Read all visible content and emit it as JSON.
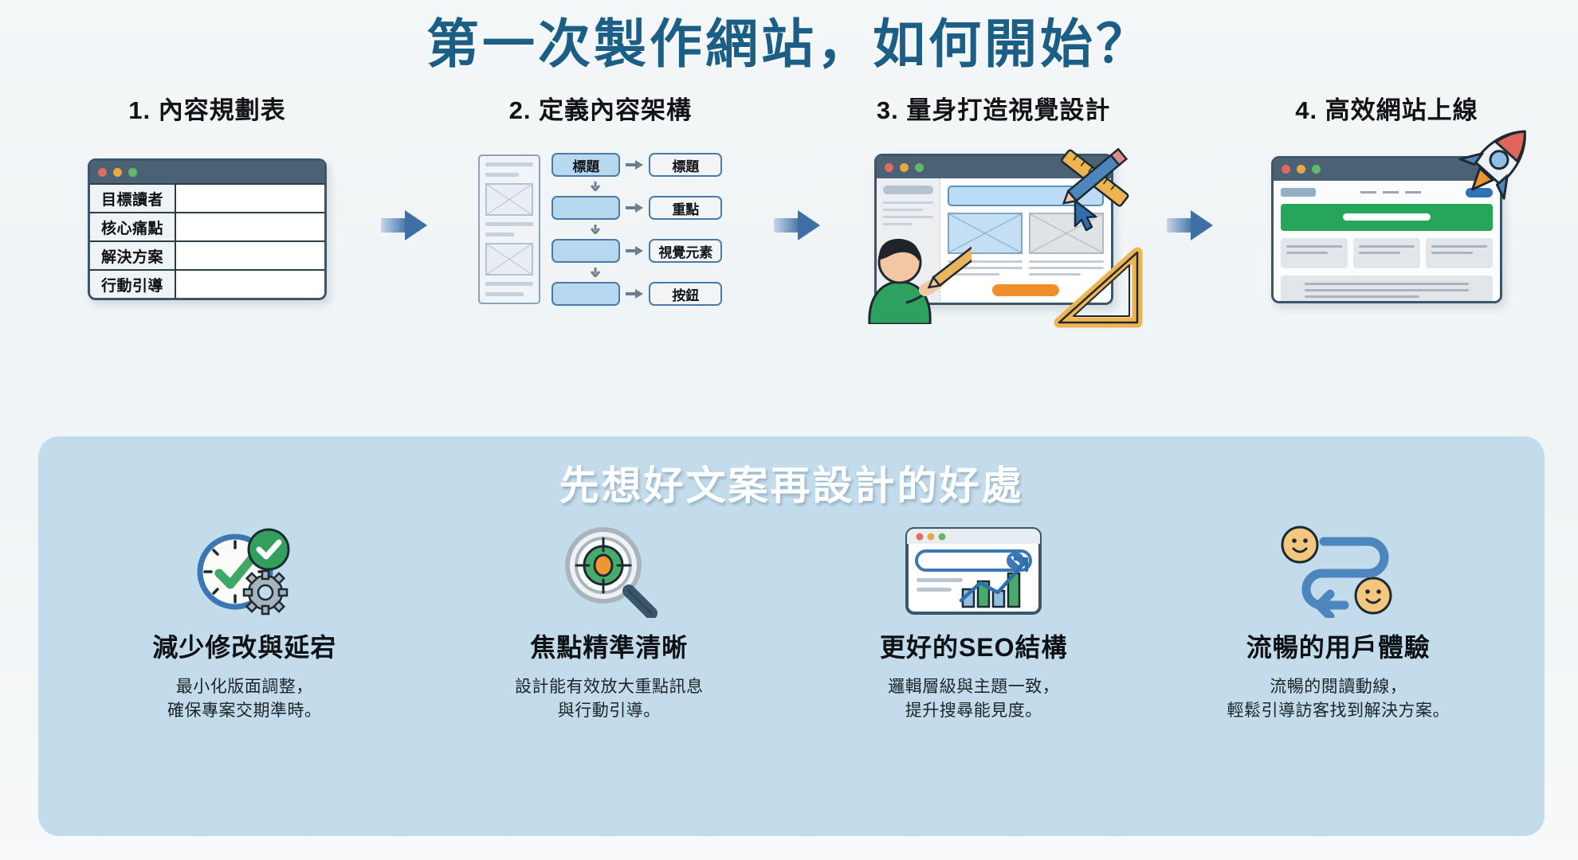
{
  "title": "第一次製作網站，如何開始？",
  "colors": {
    "title_blue": "#1b5e86",
    "panel_blue": "#c3dcec",
    "accent_orange": "#ef8f2a",
    "accent_green": "#26a65b",
    "arrow_blue": "#3f6fa5"
  },
  "steps": [
    {
      "heading": "1. 內容規劃表",
      "table_rows": [
        "目標讀者",
        "核心痛點",
        "解決方案",
        "行動引導"
      ]
    },
    {
      "heading": "2. 定義內容架構",
      "flow": [
        {
          "left": "標題",
          "right": "標題"
        },
        {
          "left": "",
          "right": "重點"
        },
        {
          "left": "",
          "right": "視覺元素"
        },
        {
          "left": "",
          "right": "按鈕"
        }
      ]
    },
    {
      "heading": "3. 量身打造視覺設計"
    },
    {
      "heading": "4. 高效網站上線"
    }
  ],
  "benefits_section": {
    "heading": "先想好文案再設計的好處",
    "items": [
      {
        "icon": "clock-check-gear-icon",
        "title": "減少修改與延宕",
        "desc_line1": "最小化版面調整，",
        "desc_line2": "確保專案交期準時。"
      },
      {
        "icon": "magnifier-target-icon",
        "title": "焦點精準清晰",
        "desc_line1": "設計能有效放大重點訊息",
        "desc_line2": "與行動引導。"
      },
      {
        "icon": "seo-chart-browser-icon",
        "title": "更好的SEO結構",
        "desc_line1": "邏輯層級與主題一致，",
        "desc_line2": "提升搜尋能見度。"
      },
      {
        "icon": "smiley-flow-icon",
        "title": "流暢的用戶體驗",
        "desc_line1": "流暢的閱讀動線，",
        "desc_line2": "輕鬆引導訪客找到解決方案。"
      }
    ]
  }
}
